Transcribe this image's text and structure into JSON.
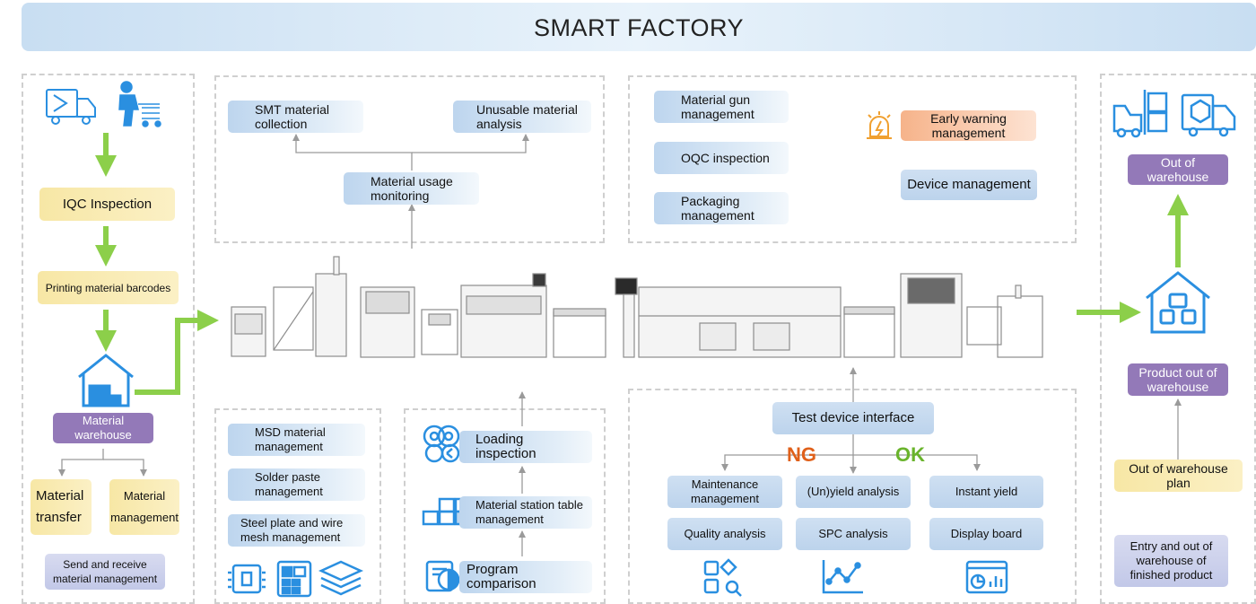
{
  "title": "SMART FACTORY",
  "left": {
    "iqc": "IQC Inspection",
    "printing": "Printing material barcodes",
    "warehouse": "Material warehouse",
    "transfer": "Material transfer",
    "management": "Material management",
    "send_receive": "Send and receive material management"
  },
  "usage": {
    "collection": "SMT material collection",
    "unusable": "Unusable material analysis",
    "monitoring": "Material usage monitoring"
  },
  "quality": {
    "gun": "Material gun management",
    "oqc": "OQC inspection",
    "packaging": "Packaging management",
    "warning": "Early warning management",
    "device": "Device management"
  },
  "right": {
    "out_of_warehouse": "Out of warehouse",
    "product_out": "Product out of warehouse",
    "plan": "Out of warehouse plan",
    "finished": "Entry and out of warehouse of finished product"
  },
  "materials": {
    "msd": "MSD material management",
    "solder": "Solder paste management",
    "steel": "Steel plate and wire mesh management"
  },
  "station": {
    "loading": "Loading inspection",
    "table": "Material station table management",
    "program": "Program comparison"
  },
  "test": {
    "interface": "Test device interface",
    "ng": "NG",
    "ok": "OK",
    "maintenance": "Maintenance management",
    "unyield": "(Un)yield analysis",
    "instant": "Instant yield",
    "quality": "Quality analysis",
    "spc": "SPC analysis",
    "display": "Display board"
  },
  "colors": {
    "arrow_green": "#8ccf4a",
    "icon_blue": "#2a8fe0",
    "ng": "#e0601a",
    "ok": "#6ab42c",
    "purple": "#9379b8"
  }
}
